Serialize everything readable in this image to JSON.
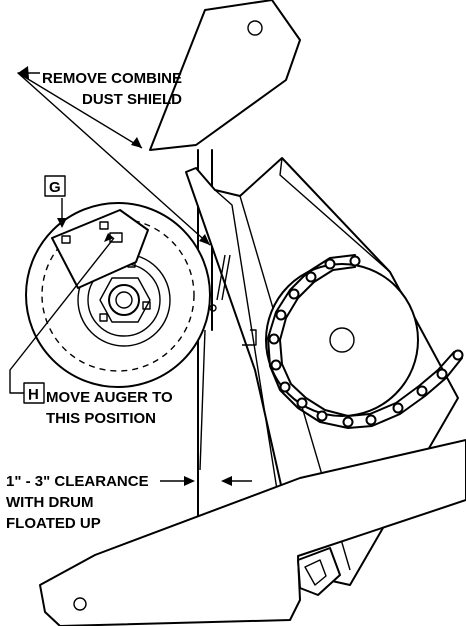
{
  "labels": {
    "remove_line1": "REMOVE COMBINE",
    "remove_line2": "DUST SHIELD",
    "move_line1": "MOVE AUGER TO",
    "move_line2": "THIS POSITION",
    "clearance_line1": "1\" - 3\" CLEARANCE",
    "clearance_line2": "WITH DRUM",
    "clearance_line3": "FLOATED UP"
  },
  "callouts": {
    "g": "G",
    "h": "H"
  }
}
